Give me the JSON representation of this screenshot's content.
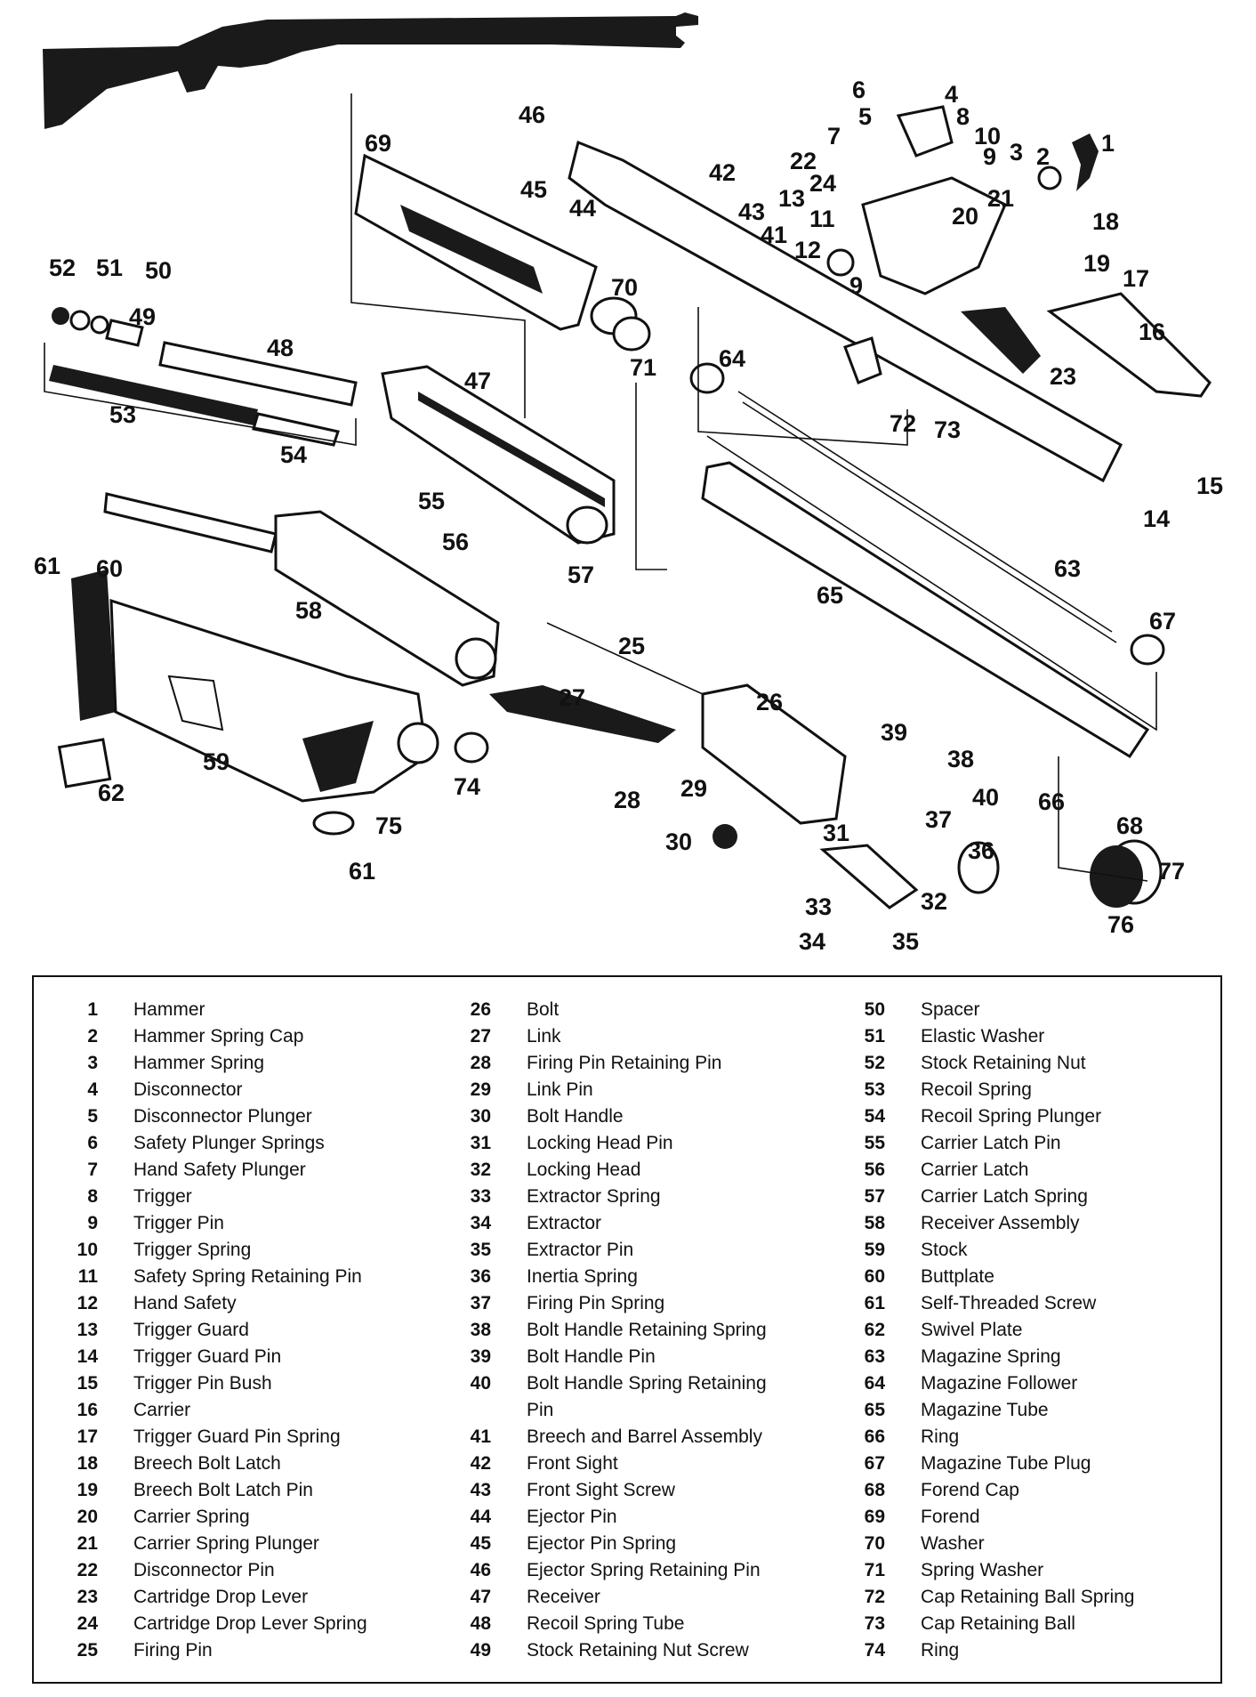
{
  "callouts": [
    "1",
    "2",
    "3",
    "4",
    "5",
    "6",
    "7",
    "8",
    "9",
    "9",
    "10",
    "11",
    "12",
    "13",
    "14",
    "15",
    "16",
    "17",
    "18",
    "19",
    "20",
    "21",
    "22",
    "23",
    "24",
    "25",
    "26",
    "27",
    "28",
    "29",
    "30",
    "31",
    "32",
    "33",
    "34",
    "35",
    "36",
    "37",
    "38",
    "39",
    "40",
    "41",
    "42",
    "43",
    "44",
    "45",
    "46",
    "47",
    "48",
    "49",
    "50",
    "51",
    "52",
    "53",
    "54",
    "55",
    "56",
    "57",
    "58",
    "59",
    "60",
    "61",
    "61",
    "62",
    "63",
    "64",
    "65",
    "66",
    "67",
    "68",
    "69",
    "70",
    "71",
    "72",
    "73",
    "74",
    "75",
    "76",
    "77"
  ],
  "legend": {
    "columns": [
      [
        {
          "num": "1",
          "name": "Hammer"
        },
        {
          "num": "2",
          "name": "Hammer Spring Cap"
        },
        {
          "num": "3",
          "name": "Hammer Spring"
        },
        {
          "num": "4",
          "name": "Disconnector"
        },
        {
          "num": "5",
          "name": "Disconnector Plunger"
        },
        {
          "num": "6",
          "name": "Safety Plunger Springs"
        },
        {
          "num": "7",
          "name": "Hand Safety Plunger"
        },
        {
          "num": "8",
          "name": "Trigger"
        },
        {
          "num": "9",
          "name": "Trigger Pin"
        },
        {
          "num": "10",
          "name": "Trigger Spring"
        },
        {
          "num": "11",
          "name": "Safety Spring Retaining Pin"
        },
        {
          "num": "12",
          "name": "Hand Safety"
        },
        {
          "num": "13",
          "name": "Trigger Guard"
        },
        {
          "num": "14",
          "name": "Trigger Guard Pin"
        },
        {
          "num": "15",
          "name": "Trigger Pin Bush"
        },
        {
          "num": "16",
          "name": "Carrier"
        },
        {
          "num": "17",
          "name": "Trigger Guard Pin Spring"
        },
        {
          "num": "18",
          "name": "Breech Bolt Latch"
        },
        {
          "num": "19",
          "name": "Breech Bolt Latch Pin"
        },
        {
          "num": "20",
          "name": "Carrier Spring"
        },
        {
          "num": "21",
          "name": "Carrier Spring Plunger"
        },
        {
          "num": "22",
          "name": "Disconnector Pin"
        },
        {
          "num": "23",
          "name": "Cartridge Drop Lever"
        },
        {
          "num": "24",
          "name": "Cartridge Drop Lever Spring"
        },
        {
          "num": "25",
          "name": "Firing Pin"
        }
      ],
      [
        {
          "num": "26",
          "name": "Bolt"
        },
        {
          "num": "27",
          "name": "Link"
        },
        {
          "num": "28",
          "name": "Firing Pin Retaining Pin"
        },
        {
          "num": "29",
          "name": "Link Pin"
        },
        {
          "num": "30",
          "name": "Bolt Handle"
        },
        {
          "num": "31",
          "name": "Locking Head Pin"
        },
        {
          "num": "32",
          "name": "Locking Head"
        },
        {
          "num": "33",
          "name": "Extractor Spring"
        },
        {
          "num": "34",
          "name": "Extractor"
        },
        {
          "num": "35",
          "name": "Extractor Pin"
        },
        {
          "num": "36",
          "name": "Inertia Spring"
        },
        {
          "num": "37",
          "name": "Firing Pin Spring"
        },
        {
          "num": "38",
          "name": "Bolt Handle Retaining Spring"
        },
        {
          "num": "39",
          "name": "Bolt Handle Pin"
        },
        {
          "num": "40",
          "name": "Bolt Handle Spring Retaining Pin"
        },
        {
          "num": "41",
          "name": "Breech and Barrel Assembly"
        },
        {
          "num": "42",
          "name": "Front Sight"
        },
        {
          "num": "43",
          "name": "Front Sight Screw"
        },
        {
          "num": "44",
          "name": "Ejector Pin"
        },
        {
          "num": "45",
          "name": "Ejector Pin Spring"
        },
        {
          "num": "46",
          "name": "Ejector Spring Retaining Pin"
        },
        {
          "num": "47",
          "name": "Receiver"
        },
        {
          "num": "48",
          "name": "Recoil Spring Tube"
        },
        {
          "num": "49",
          "name": "Stock Retaining Nut Screw"
        }
      ],
      [
        {
          "num": "50",
          "name": "Spacer"
        },
        {
          "num": "51",
          "name": "Elastic Washer"
        },
        {
          "num": "52",
          "name": "Stock Retaining Nut"
        },
        {
          "num": "53",
          "name": "Recoil Spring"
        },
        {
          "num": "54",
          "name": "Recoil Spring Plunger"
        },
        {
          "num": "55",
          "name": "Carrier Latch Pin"
        },
        {
          "num": "56",
          "name": "Carrier Latch"
        },
        {
          "num": "57",
          "name": "Carrier Latch Spring"
        },
        {
          "num": "58",
          "name": "Receiver Assembly"
        },
        {
          "num": "59",
          "name": "Stock"
        },
        {
          "num": "60",
          "name": "Buttplate"
        },
        {
          "num": "61",
          "name": "Self-Threaded Screw"
        },
        {
          "num": "62",
          "name": "Swivel Plate"
        },
        {
          "num": "63",
          "name": "Magazine Spring"
        },
        {
          "num": "64",
          "name": "Magazine Follower"
        },
        {
          "num": "65",
          "name": "Magazine Tube"
        },
        {
          "num": "66",
          "name": "Ring"
        },
        {
          "num": "67",
          "name": "Magazine Tube Plug"
        },
        {
          "num": "68",
          "name": "Forend Cap"
        },
        {
          "num": "69",
          "name": "Forend"
        },
        {
          "num": "70",
          "name": "Washer"
        },
        {
          "num": "71",
          "name": "Spring Washer"
        },
        {
          "num": "72",
          "name": "Cap Retaining Ball Spring"
        },
        {
          "num": "73",
          "name": "Cap Retaining Ball"
        },
        {
          "num": "74",
          "name": "Ring"
        }
      ]
    ]
  }
}
